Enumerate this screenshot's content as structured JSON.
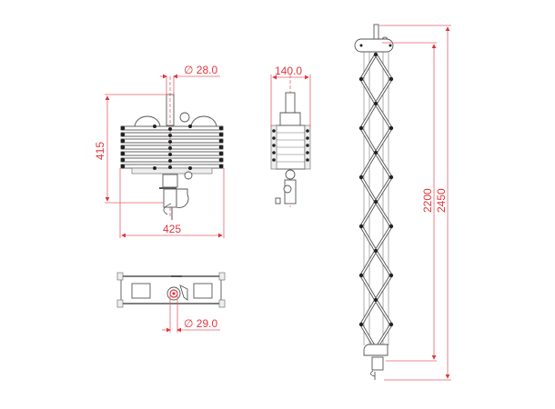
{
  "drawing": {
    "title": "Pantograph technical drawing",
    "accent_color": "#e0353d",
    "line_color": "#555555"
  },
  "views": {
    "front_view": {
      "label": "front-view-collapsed",
      "dimensions": {
        "pin_diameter": "∅ 28.0",
        "height": "415",
        "width": "425"
      }
    },
    "side_view": {
      "label": "side-view-collapsed",
      "dimensions": {
        "width": "140.0"
      }
    },
    "bottom_view": {
      "label": "bottom-view",
      "dimensions": {
        "spigot_diameter": "∅ 29.0"
      }
    },
    "extended_view": {
      "label": "extended-view",
      "dimensions": {
        "scissor_length": "2200",
        "total_length": "2450"
      }
    }
  }
}
